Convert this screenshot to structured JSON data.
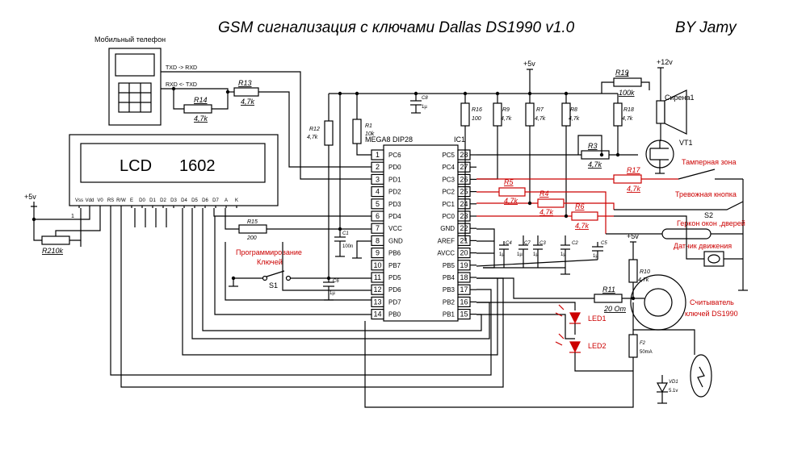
{
  "title": "GSM сигнализация с ключами Dallas DS1990  v1.0",
  "author": "BY Jamy",
  "phone": {
    "label": "Мобильный телефон",
    "txd": "TXD -> RXD",
    "rxd": "RXD <- TXD"
  },
  "lcd": {
    "name": "LCD",
    "model": "1602",
    "pins": [
      "Vss",
      "Vdd",
      "V0",
      "RS",
      "R/W",
      "E",
      "D0",
      "D1",
      "D2",
      "D3",
      "D4",
      "D5",
      "D6",
      "D7",
      "A",
      "K"
    ],
    "pin1": "1"
  },
  "power": {
    "p5_left": "+5v",
    "p5_top": "+5v",
    "p12": "+12v",
    "p5_right": "+5v"
  },
  "mcu": {
    "name": "MEGA8 DIP28",
    "ref": "IC1",
    "left_pins": [
      {
        "num": "1",
        "name": "PC6"
      },
      {
        "num": "2",
        "name": "PD0"
      },
      {
        "num": "3",
        "name": "PD1"
      },
      {
        "num": "4",
        "name": "PD2"
      },
      {
        "num": "5",
        "name": "PD3"
      },
      {
        "num": "6",
        "name": "PD4"
      },
      {
        "num": "7",
        "name": "VCC"
      },
      {
        "num": "8",
        "name": "GND"
      },
      {
        "num": "9",
        "name": "PB6"
      },
      {
        "num": "10",
        "name": "PB7"
      },
      {
        "num": "11",
        "name": "PD5"
      },
      {
        "num": "12",
        "name": "PD6"
      },
      {
        "num": "13",
        "name": "PD7"
      },
      {
        "num": "14",
        "name": "PB0"
      }
    ],
    "right_pins": [
      {
        "num": "28",
        "name": "PC5"
      },
      {
        "num": "27",
        "name": "PC4"
      },
      {
        "num": "26",
        "name": "PC3"
      },
      {
        "num": "25",
        "name": "PC2"
      },
      {
        "num": "24",
        "name": "PC1"
      },
      {
        "num": "23",
        "name": "PC0"
      },
      {
        "num": "22",
        "name": "GND"
      },
      {
        "num": "21",
        "name": "AREF"
      },
      {
        "num": "20",
        "name": "AVCC"
      },
      {
        "num": "19",
        "name": "PB5"
      },
      {
        "num": "18",
        "name": "PB4"
      },
      {
        "num": "17",
        "name": "PB3"
      },
      {
        "num": "16",
        "name": "PB2"
      },
      {
        "num": "15",
        "name": "PB1"
      }
    ]
  },
  "parts": {
    "r13": {
      "ref": "R13",
      "val": "4,7k"
    },
    "r14": {
      "ref": "R14",
      "val": "4,7k"
    },
    "r12": {
      "ref": "R12",
      "val": "4,7k"
    },
    "r1": {
      "ref": "R1",
      "val": "10k"
    },
    "c8": {
      "ref": "C8",
      "val": "1µ"
    },
    "r16": {
      "ref": "R16",
      "val": "100"
    },
    "r9": {
      "ref": "R9",
      "val": "4,7k"
    },
    "r7": {
      "ref": "R7",
      "val": "4,7k"
    },
    "r8": {
      "ref": "R8",
      "val": "4,7k"
    },
    "r19": {
      "ref": "R19",
      "val": "100k"
    },
    "r18": {
      "ref": "R18",
      "val": "4,7k"
    },
    "r3": {
      "ref": "R3",
      "val": "4,7k"
    },
    "r17": {
      "ref": "R17",
      "val": "4,7k"
    },
    "r5": {
      "ref": "R5",
      "val": "4,7k"
    },
    "r4": {
      "ref": "R4",
      "val": "4,7k"
    },
    "r6": {
      "ref": "R6",
      "val": "4,7k"
    },
    "r2": {
      "ref": "R2",
      "val": "10k"
    },
    "r15": {
      "ref": "R15",
      "val": "200"
    },
    "c1": {
      "ref": "C1",
      "val": "100n"
    },
    "c6": {
      "ref": "C6",
      "val": "1µ"
    },
    "c4": {
      "ref": "C4",
      "val": "1µ"
    },
    "c7": {
      "ref": "C7",
      "val": "1µ"
    },
    "c3": {
      "ref": "C3",
      "val": "1µ"
    },
    "c2": {
      "ref": "C2",
      "val": "1µ"
    },
    "c5": {
      "ref": "C5",
      "val": "1µ"
    },
    "r10": {
      "ref": "R10",
      "val": "4,7k"
    },
    "r11": {
      "ref": "R11",
      "val": "20 Om"
    },
    "f2": {
      "ref": "F2",
      "val": "50mA"
    },
    "vd1": {
      "ref": "VD1",
      "val": "5.1v"
    },
    "vt1": {
      "ref": "VT1"
    },
    "siren": {
      "ref": "Сирена1"
    },
    "s1": {
      "ref": "S1"
    },
    "s2": {
      "ref": "S2"
    },
    "led1": {
      "ref": "LED1"
    },
    "led2": {
      "ref": "LED2"
    }
  },
  "labels": {
    "tamper": "Тамперная зона",
    "panic": "Тревожная кнопка",
    "reed": "Геркон окон ,дверей",
    "motion": "Датчик движения",
    "prog": [
      "Программирование",
      "Ключей"
    ],
    "reader": [
      "Считыватель",
      "ключей DS1990"
    ]
  },
  "colors": {
    "wire": "#000000",
    "accent": "#cc0000"
  }
}
